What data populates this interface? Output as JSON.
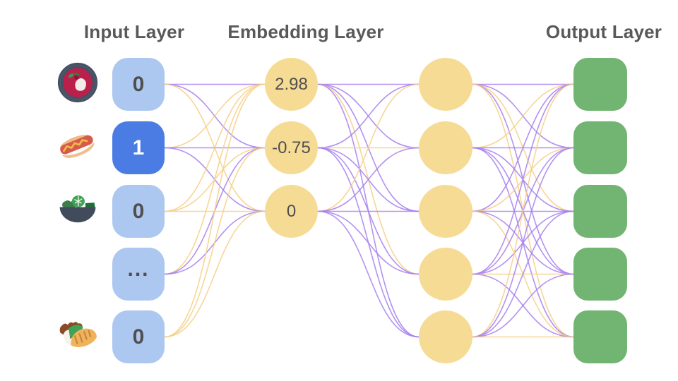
{
  "headers": {
    "input": "Input Layer",
    "embedding": "Embedding Layer",
    "output": "Output Layer"
  },
  "layers": {
    "input": {
      "nodes": [
        {
          "value": "0",
          "icon": "borscht-bowl-icon",
          "active": false
        },
        {
          "value": "1",
          "icon": "hot-dog-icon",
          "active": true
        },
        {
          "value": "0",
          "icon": "salad-bowl-icon",
          "active": false
        },
        {
          "value": "...",
          "icon": null,
          "active": false
        },
        {
          "value": "0",
          "icon": "stuffed-flatbread-icon",
          "active": false
        }
      ]
    },
    "embedding": {
      "nodes": [
        {
          "value": "2.98"
        },
        {
          "value": "-0.75"
        },
        {
          "value": "0"
        }
      ]
    },
    "hidden": {
      "node_count": 5
    },
    "output": {
      "node_count": 5
    }
  },
  "colors": {
    "input_node": "#adc8f0",
    "input_node_active": "#4a7ce3",
    "node_text": "#4f4f4f",
    "active_text": "#ffffff",
    "embedding_node": "#f6db94",
    "output_node": "#72b472",
    "header_text": "#595959",
    "edge_purple": "#a67fee",
    "edge_yellow": "#f6cf86"
  },
  "edges": {
    "input_to_embedding": [
      [
        0,
        0,
        "purple"
      ],
      [
        0,
        1,
        "purple"
      ],
      [
        0,
        2,
        "yellow"
      ],
      [
        1,
        0,
        "yellow"
      ],
      [
        1,
        1,
        "purple"
      ],
      [
        1,
        2,
        "purple"
      ],
      [
        2,
        0,
        "yellow"
      ],
      [
        2,
        1,
        "yellow"
      ],
      [
        2,
        2,
        "yellow"
      ],
      [
        3,
        0,
        "yellow"
      ],
      [
        3,
        1,
        "purple"
      ],
      [
        3,
        2,
        "purple"
      ],
      [
        4,
        0,
        "yellow"
      ],
      [
        4,
        1,
        "yellow"
      ],
      [
        4,
        2,
        "yellow"
      ]
    ],
    "embedding_to_hidden": [
      [
        0,
        0,
        "purple"
      ],
      [
        0,
        1,
        "purple"
      ],
      [
        0,
        2,
        "purple"
      ],
      [
        0,
        3,
        "yellow"
      ],
      [
        0,
        4,
        "purple"
      ],
      [
        1,
        0,
        "purple"
      ],
      [
        1,
        1,
        "yellow"
      ],
      [
        1,
        2,
        "purple"
      ],
      [
        1,
        3,
        "purple"
      ],
      [
        1,
        4,
        "purple"
      ],
      [
        2,
        0,
        "yellow"
      ],
      [
        2,
        1,
        "purple"
      ],
      [
        2,
        2,
        "purple"
      ],
      [
        2,
        3,
        "purple"
      ],
      [
        2,
        4,
        "purple"
      ]
    ],
    "hidden_to_output": [
      [
        0,
        0,
        "purple"
      ],
      [
        0,
        1,
        "purple"
      ],
      [
        0,
        2,
        "yellow"
      ],
      [
        0,
        3,
        "purple"
      ],
      [
        0,
        4,
        "yellow"
      ],
      [
        1,
        0,
        "yellow"
      ],
      [
        1,
        1,
        "purple"
      ],
      [
        1,
        2,
        "purple"
      ],
      [
        1,
        3,
        "purple"
      ],
      [
        1,
        4,
        "purple"
      ],
      [
        2,
        0,
        "purple"
      ],
      [
        2,
        1,
        "yellow"
      ],
      [
        2,
        2,
        "purple"
      ],
      [
        2,
        3,
        "purple"
      ],
      [
        2,
        4,
        "yellow"
      ],
      [
        3,
        0,
        "purple"
      ],
      [
        3,
        1,
        "purple"
      ],
      [
        3,
        2,
        "purple"
      ],
      [
        3,
        3,
        "yellow"
      ],
      [
        3,
        4,
        "purple"
      ],
      [
        4,
        0,
        "yellow"
      ],
      [
        4,
        1,
        "purple"
      ],
      [
        4,
        2,
        "purple"
      ],
      [
        4,
        3,
        "purple"
      ],
      [
        4,
        4,
        "yellow"
      ]
    ]
  }
}
